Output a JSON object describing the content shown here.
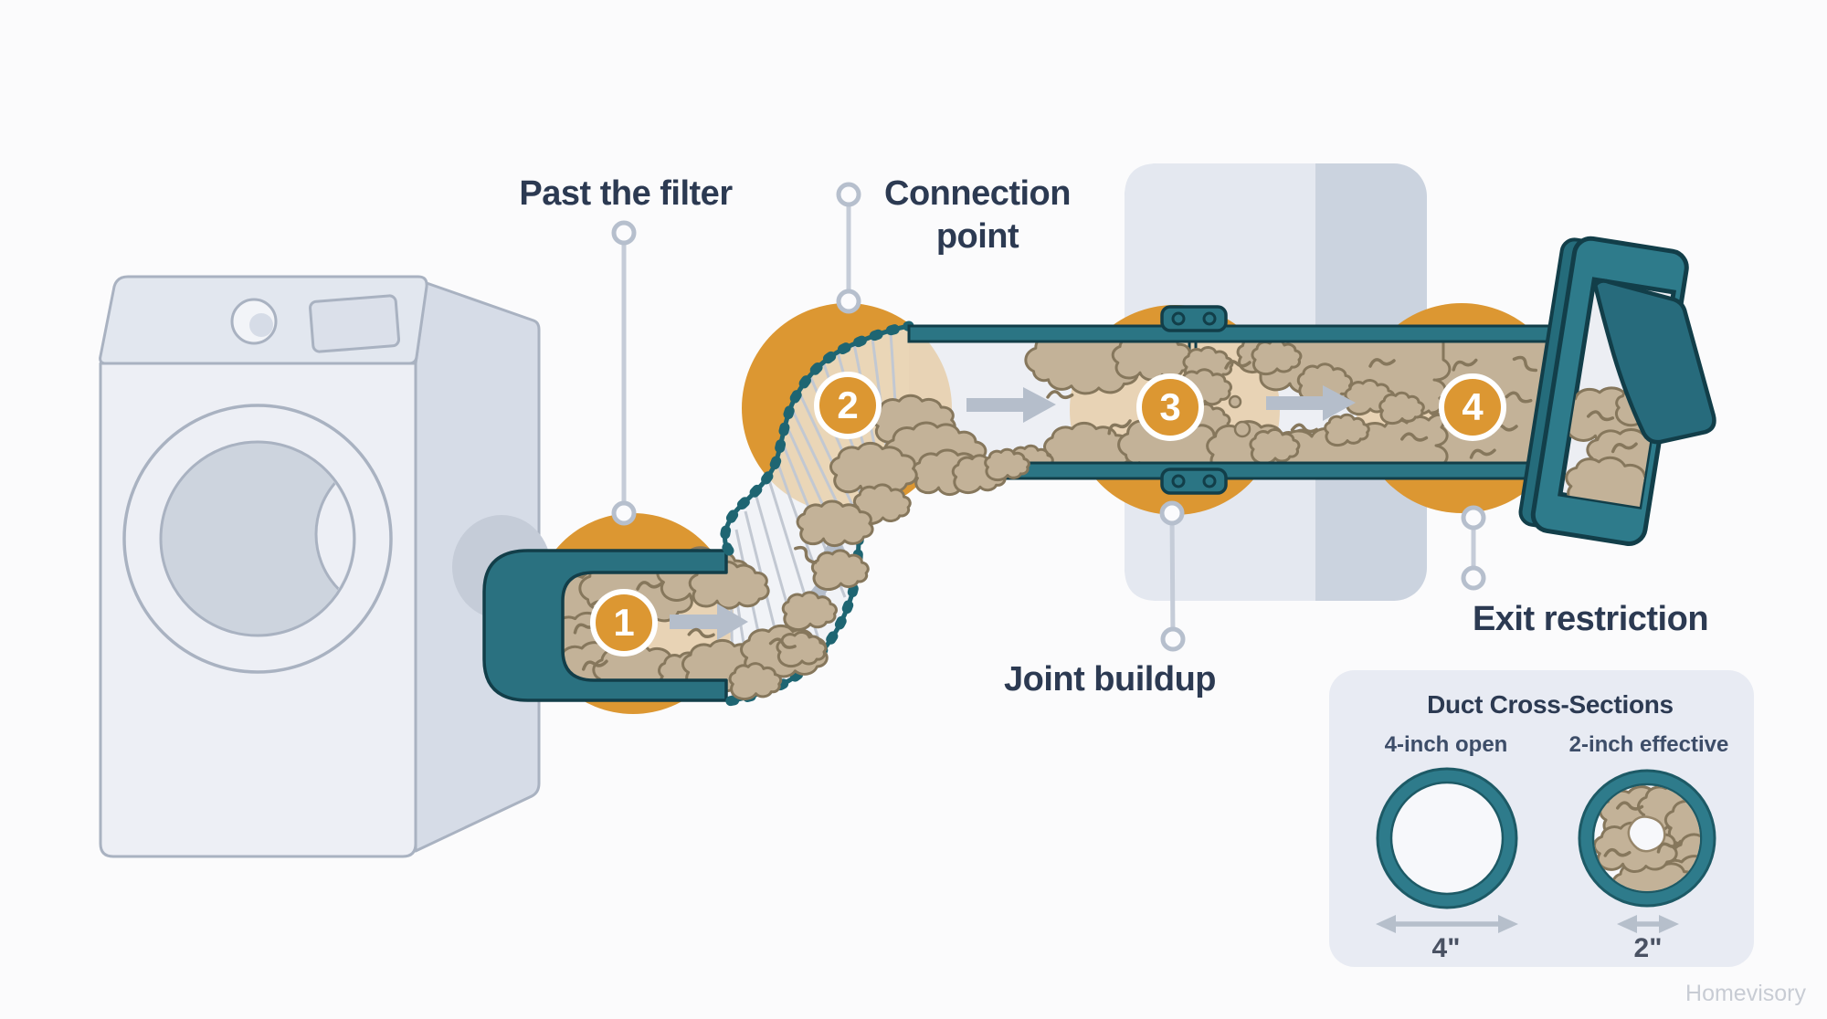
{
  "callouts": {
    "past_filter": {
      "label": "Past the filter"
    },
    "connection_point": {
      "line1": "Connection",
      "line2": "point"
    },
    "joint_buildup": {
      "label": "Joint buildup"
    },
    "exit_restriction": {
      "label": "Exit restriction"
    }
  },
  "stages": [
    {
      "number": "1"
    },
    {
      "number": "2"
    },
    {
      "number": "3"
    },
    {
      "number": "4"
    }
  ],
  "inset": {
    "title": "Duct Cross-Sections",
    "left": {
      "label": "4-inch open",
      "dimension": "4\""
    },
    "right": {
      "label": "2-inch effective",
      "dimension": "2\""
    }
  },
  "watermark": "Homevisory",
  "colors": {
    "accent_teal": "#2B7584",
    "teal_dark_outline": "#123E49",
    "highlight_orange": "#DC9732",
    "lint_tan": "#C3B298",
    "lint_outline": "#86775C",
    "label_navy": "#2C3A52",
    "panel_bg": "#E8EBF3"
  }
}
